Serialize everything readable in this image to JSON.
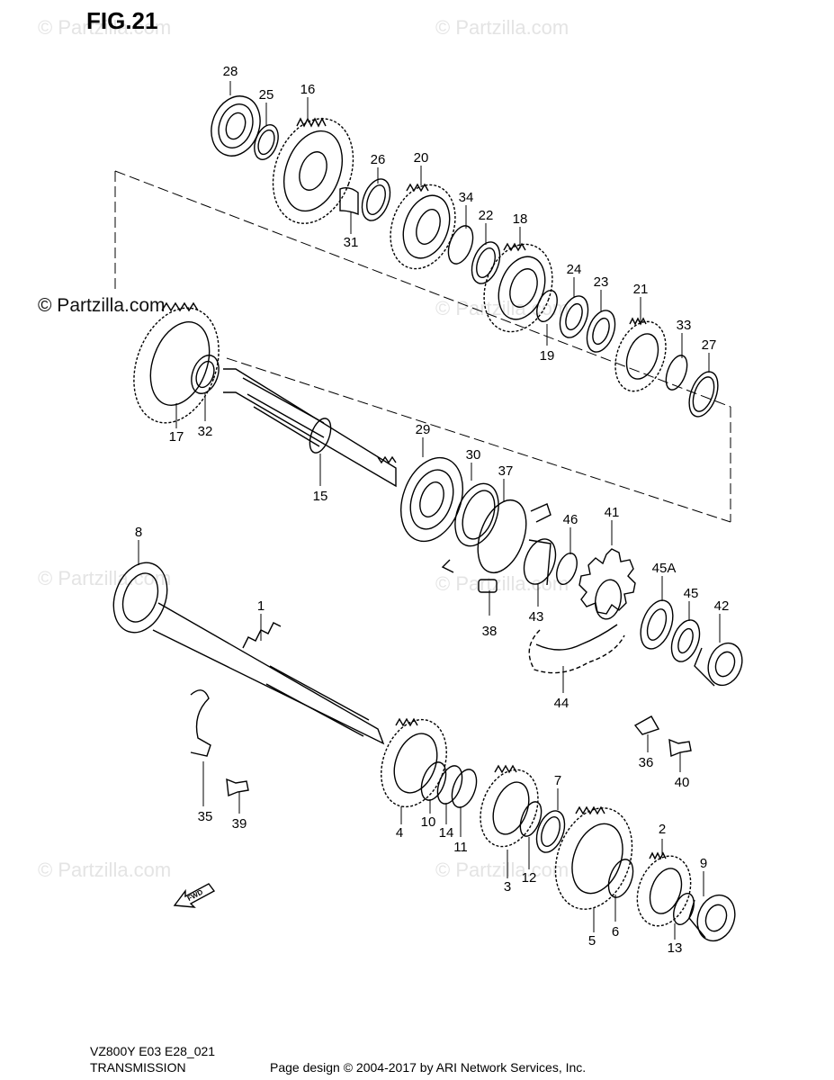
{
  "figure": {
    "title": "FIG.21"
  },
  "watermark": {
    "text": "© Partzilla.com"
  },
  "fwd_label": "FWD",
  "part_numbers": [
    "28",
    "25",
    "16",
    "26",
    "20",
    "31",
    "34",
    "22",
    "18",
    "24",
    "23",
    "21",
    "19",
    "33",
    "27",
    "17",
    "32",
    "15",
    "29",
    "30",
    "37",
    "46",
    "41",
    "45A",
    "45",
    "42",
    "38",
    "43",
    "8",
    "1",
    "44",
    "36",
    "40",
    "35",
    "39",
    "4",
    "10",
    "14",
    "11",
    "7",
    "3",
    "12",
    "2",
    "9",
    "5",
    "6",
    "13"
  ],
  "footer": {
    "model_code": "VZ800Y E03 E28_021",
    "section": "TRANSMISSION",
    "credit": "Page design © 2004-2017 by ARI Network Services, Inc."
  },
  "colors": {
    "line": "#000000",
    "watermark": "#e0e0e0"
  }
}
